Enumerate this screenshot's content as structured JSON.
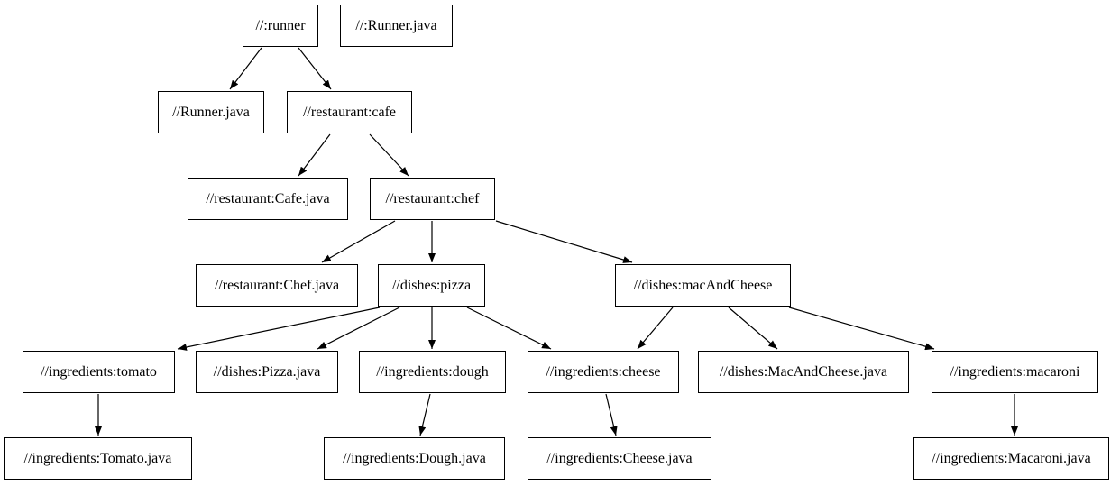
{
  "diagram": {
    "type": "dependency-graph",
    "background_color": "#ffffff",
    "node_fill_color": "#ffffff",
    "node_border_color": "#000000",
    "edge_color": "#000000",
    "text_color": "#000000"
  },
  "graph": {
    "nodes": [
      {
        "id": "runner",
        "label": "//:runner"
      },
      {
        "id": "runner-java-label",
        "label": "//:Runner.java"
      },
      {
        "id": "runner-java",
        "label": "//Runner.java"
      },
      {
        "id": "cafe",
        "label": "//restaurant:cafe"
      },
      {
        "id": "cafe-java",
        "label": "//restaurant:Cafe.java"
      },
      {
        "id": "chef",
        "label": "//restaurant:chef"
      },
      {
        "id": "chef-java",
        "label": "//restaurant:Chef.java"
      },
      {
        "id": "pizza",
        "label": "//dishes:pizza"
      },
      {
        "id": "mac-and-cheese",
        "label": "//dishes:macAndCheese"
      },
      {
        "id": "tomato",
        "label": "//ingredients:tomato"
      },
      {
        "id": "pizza-java",
        "label": "//dishes:Pizza.java"
      },
      {
        "id": "dough",
        "label": "//ingredients:dough"
      },
      {
        "id": "cheese",
        "label": "//ingredients:cheese"
      },
      {
        "id": "mac-and-cheese-java",
        "label": "//dishes:MacAndCheese.java"
      },
      {
        "id": "macaroni",
        "label": "//ingredients:macaroni"
      },
      {
        "id": "tomato-java",
        "label": "//ingredients:Tomato.java"
      },
      {
        "id": "dough-java",
        "label": "//ingredients:Dough.java"
      },
      {
        "id": "cheese-java",
        "label": "//ingredients:Cheese.java"
      },
      {
        "id": "macaroni-java",
        "label": "//ingredients:Macaroni.java"
      }
    ],
    "edges": [
      {
        "from": "//:runner",
        "to": "//Runner.java"
      },
      {
        "from": "//:runner",
        "to": "//restaurant:cafe"
      },
      {
        "from": "//restaurant:cafe",
        "to": "//restaurant:Cafe.java"
      },
      {
        "from": "//restaurant:cafe",
        "to": "//restaurant:chef"
      },
      {
        "from": "//restaurant:chef",
        "to": "//restaurant:Chef.java"
      },
      {
        "from": "//restaurant:chef",
        "to": "//dishes:pizza"
      },
      {
        "from": "//restaurant:chef",
        "to": "//dishes:macAndCheese"
      },
      {
        "from": "//dishes:pizza",
        "to": "//ingredients:tomato"
      },
      {
        "from": "//dishes:pizza",
        "to": "//dishes:Pizza.java"
      },
      {
        "from": "//dishes:pizza",
        "to": "//ingredients:dough"
      },
      {
        "from": "//dishes:pizza",
        "to": "//ingredients:cheese"
      },
      {
        "from": "//dishes:macAndCheese",
        "to": "//ingredients:cheese"
      },
      {
        "from": "//dishes:macAndCheese",
        "to": "//dishes:MacAndCheese.java"
      },
      {
        "from": "//dishes:macAndCheese",
        "to": "//ingredients:macaroni"
      },
      {
        "from": "//ingredients:tomato",
        "to": "//ingredients:Tomato.java"
      },
      {
        "from": "//ingredients:dough",
        "to": "//ingredients:Dough.java"
      },
      {
        "from": "//ingredients:cheese",
        "to": "//ingredients:Cheese.java"
      },
      {
        "from": "//ingredients:macaroni",
        "to": "//ingredients:Macaroni.java"
      }
    ]
  }
}
